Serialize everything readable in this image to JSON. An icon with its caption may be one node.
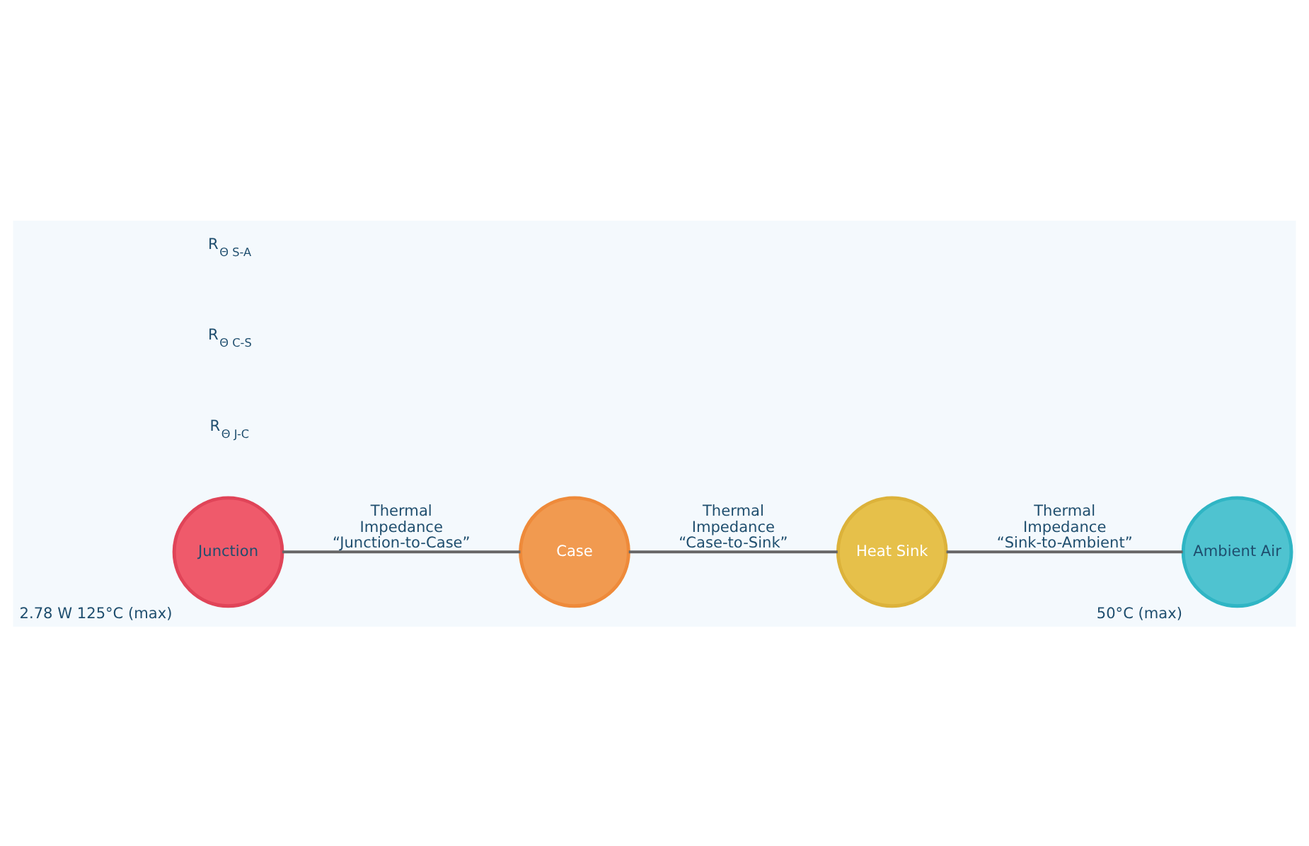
{
  "diagram": {
    "nodes": [
      {
        "text": [
          "Junction"
        ],
        "beside": [
          "2.78 W 125°C (max)"
        ]
      },
      {
        "text": [
          "Case"
        ]
      },
      {
        "text": [
          "Heat Sink"
        ]
      },
      {
        "text": [
          "Ambient Air"
        ],
        "beside": [
          "50°C (max)"
        ]
      }
    ],
    "edges": [
      {
        "from": 0,
        "to": 1,
        "arrow": "none",
        "label": "Thermal Impedance “Junction-to-Case”"
      },
      {
        "from": 1,
        "to": 2,
        "arrow": "none",
        "label": "Thermal Impedance “Case-to-Sink”"
      },
      {
        "from": 2,
        "to": 3,
        "arrow": "none",
        "label": "Thermal Impedance “Sink-to-Ambient”"
      }
    ],
    "labels": [
      "R$_{Θ J-C}$",
      "R$_{Θ C-S}$",
      "R$_{Θ S-A}$"
    ]
  }
}
